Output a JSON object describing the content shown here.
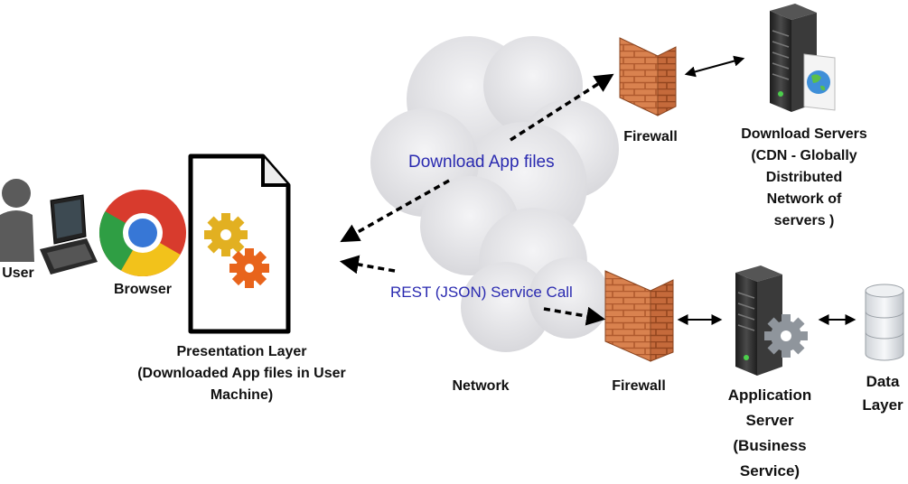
{
  "labels": {
    "user": "User",
    "browser": "Browser",
    "presentation": "Presentation Layer\n(Downloaded App  files in User\nMachine)",
    "network": "Network",
    "firewall_top": "Firewall",
    "firewall_bottom": "Firewall",
    "download_servers": "Download Servers\n(CDN - Globally\nDistributed\nNetwork of\nservers )",
    "app_server": "Application\nServer\n(Business\nService)",
    "data_layer": "Data\nLayer"
  },
  "flows": {
    "download": "Download App files",
    "rest": "REST (JSON)  Service Call"
  },
  "colors": {
    "flow_text": "#2a2ab0",
    "firewall_brick": "#d9824f",
    "gear_yellow": "#e2b021",
    "gear_orange": "#e8641c",
    "cloud": "#e6e6e8",
    "server": "#2e2e2e"
  },
  "icons": [
    "user-icon",
    "laptop-icon",
    "browser-icon",
    "document-icon",
    "gear-icon",
    "cloud-icon",
    "firewall-icon",
    "server-icon",
    "globe-icon",
    "database-icon"
  ]
}
